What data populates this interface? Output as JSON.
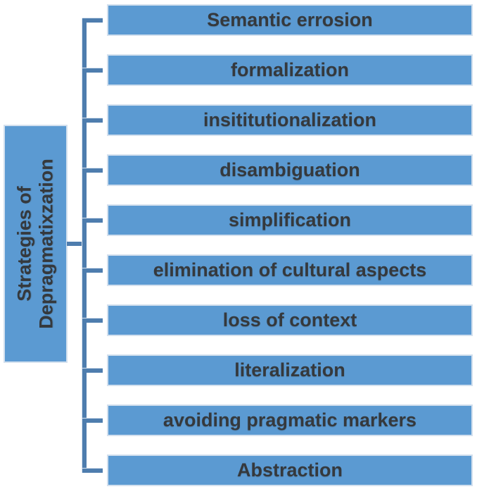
{
  "diagram": {
    "root": {
      "line1": "Strategies of",
      "line2": "Depragmatixzation"
    },
    "strategies": [
      "Semantic errosion",
      "formalization",
      "insititutionalization",
      "disambiguation",
      "simplification",
      "elimination of cultural aspects",
      "loss of context",
      "literalization",
      "avoiding pragmatic markers",
      "Abstraction"
    ],
    "colors": {
      "node_fill": "#5b9ad2",
      "node_border": "#d3e0ee",
      "connector": "#4e7dae",
      "text": "#35393d",
      "background": "#ffffff"
    }
  }
}
